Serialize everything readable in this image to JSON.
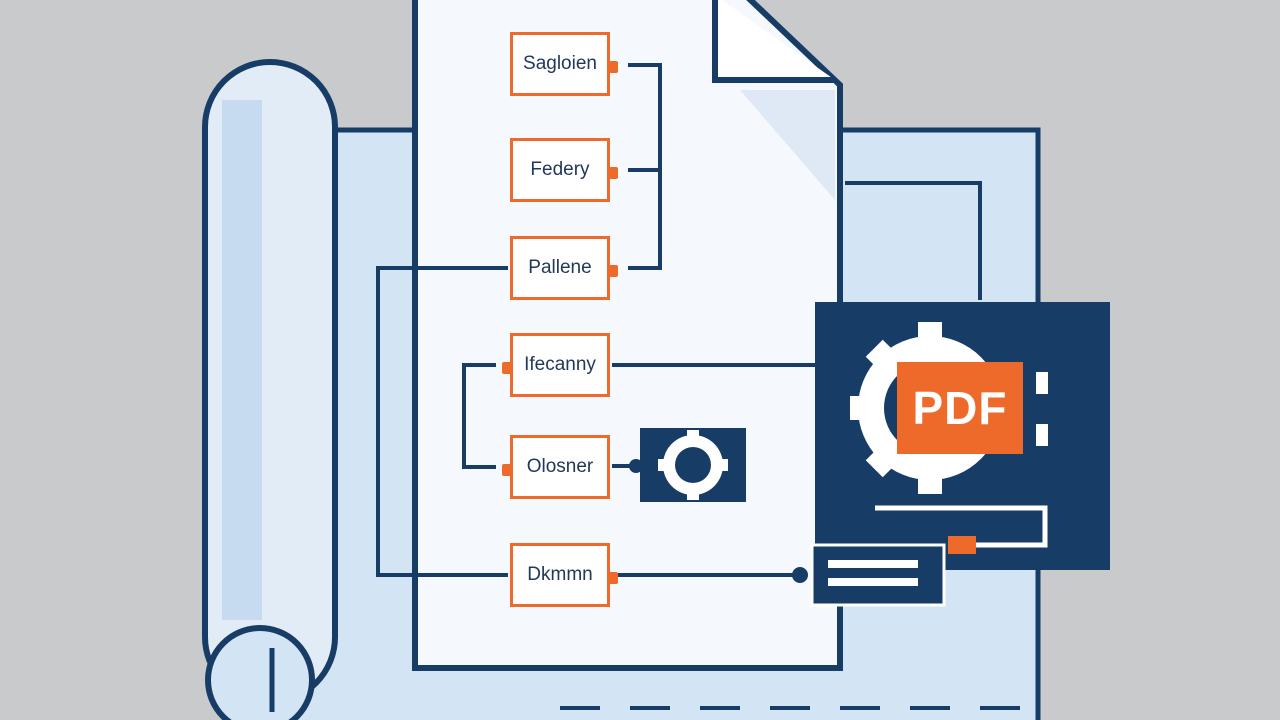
{
  "nodes": [
    {
      "id": "n1",
      "label": "Sagloien"
    },
    {
      "id": "n2",
      "label": "Federy"
    },
    {
      "id": "n3",
      "label": "Pallene"
    },
    {
      "id": "n4",
      "label": "Ifecanny"
    },
    {
      "id": "n5",
      "label": "Olosner"
    },
    {
      "id": "n6",
      "label": "Dkmmn"
    }
  ],
  "badge": {
    "label": "PDF"
  },
  "colors": {
    "background": "#c9cacc",
    "navy": "#173c66",
    "orange": "#ee6a2a",
    "light_blue": "#d3e4f4",
    "paper": "#f5f8fc"
  },
  "icons": [
    "scroll-icon",
    "document-icon",
    "gear-icon",
    "pdf-gear-icon",
    "file-card-icon"
  ]
}
